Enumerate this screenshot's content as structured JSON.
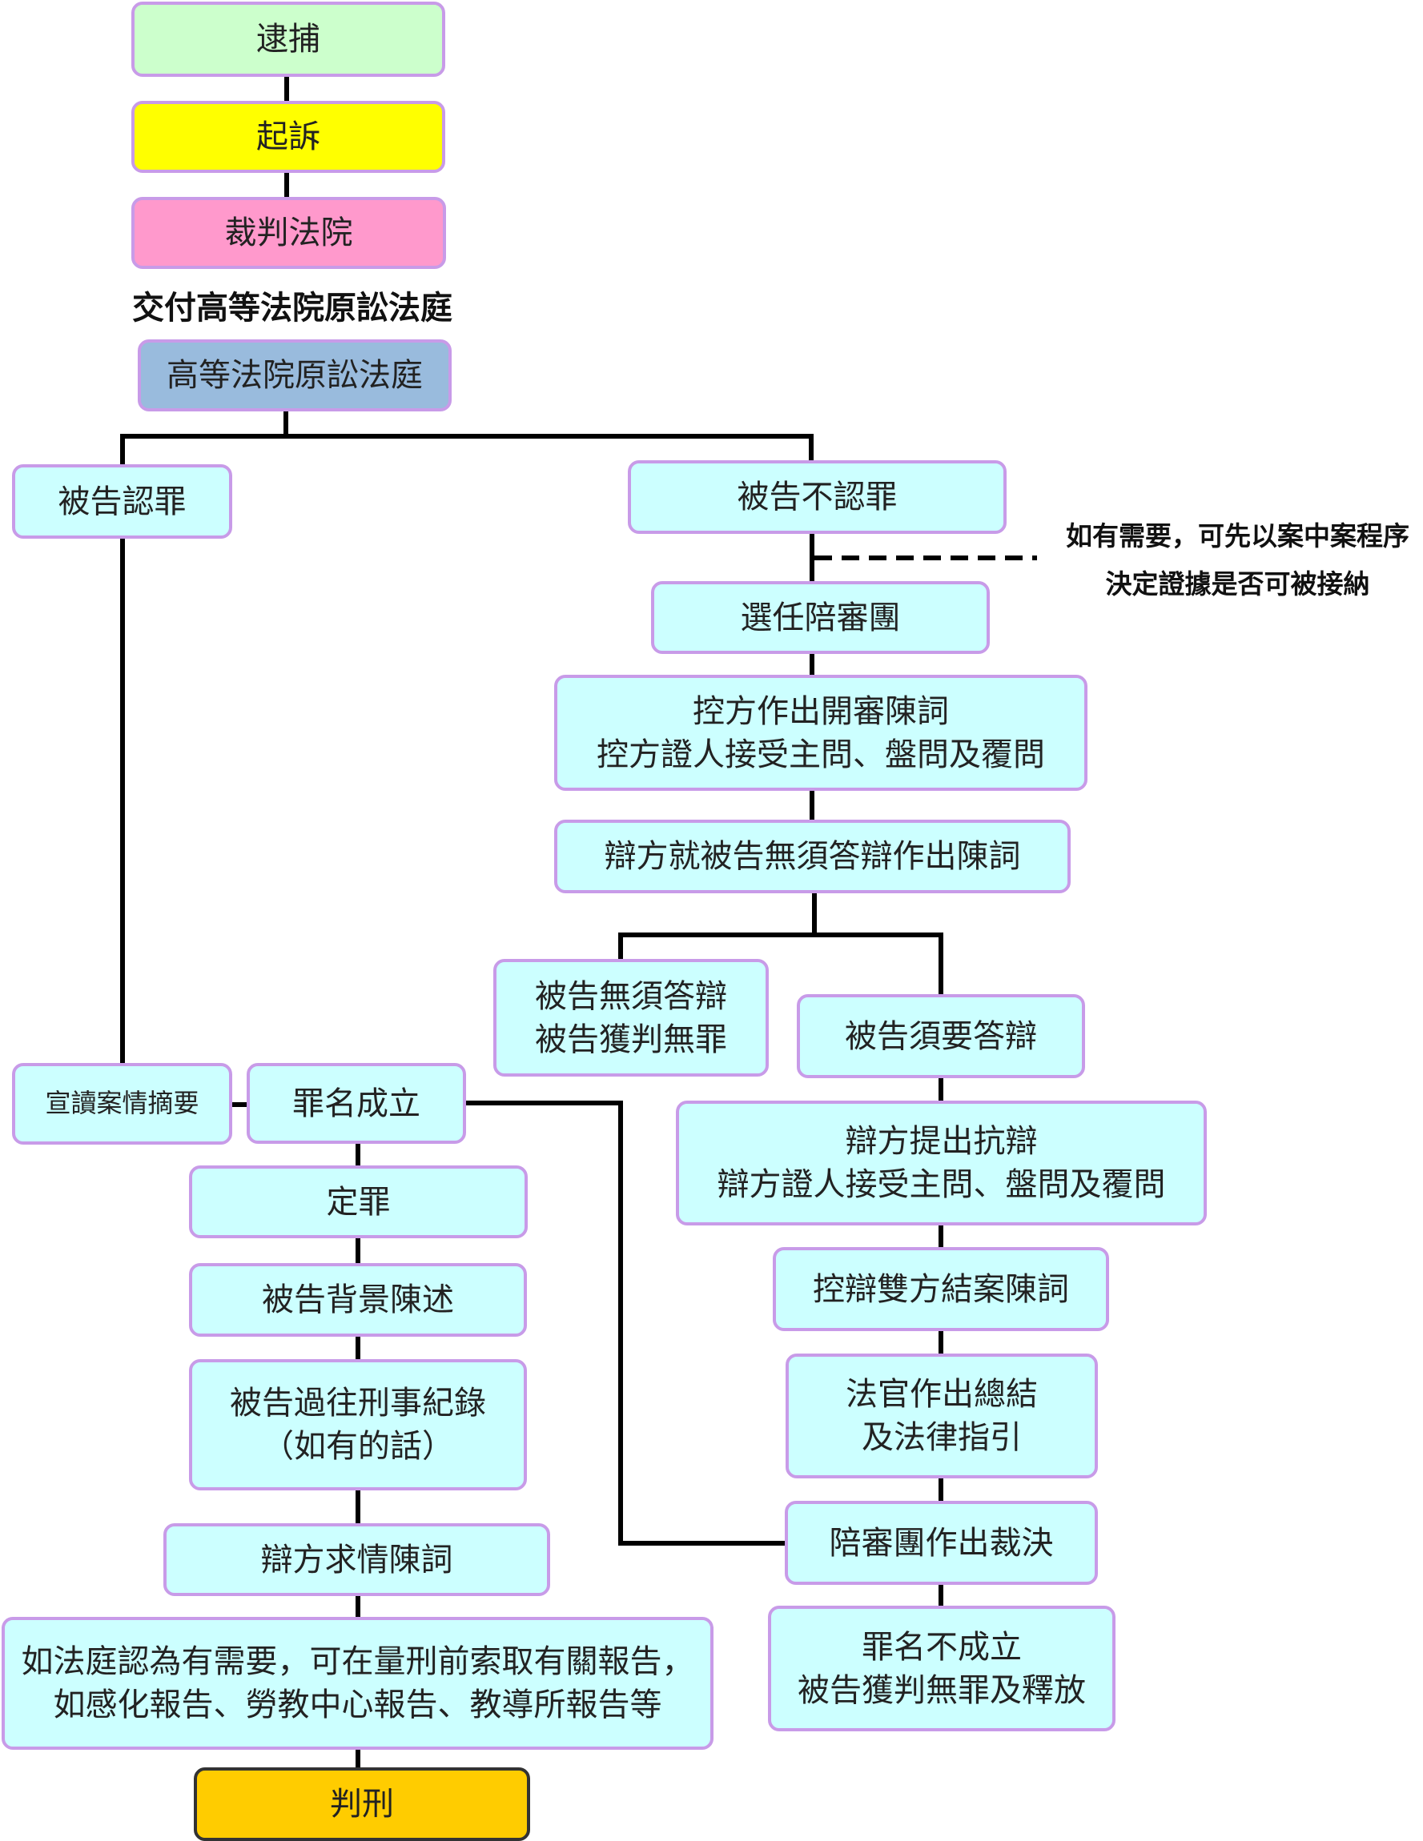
{
  "colors": {
    "node_default": "#ccffff",
    "node_border": "#c89be8",
    "arrest": "#ccffcc",
    "charge": "#ffff00",
    "magistrate": "#ff99cc",
    "high_court": "#99bbdd",
    "sentence": "#ffcc00",
    "line": "#000000"
  },
  "nodes": {
    "arrest": "逮捕",
    "charge": "起訴",
    "magistrate": "裁判法院",
    "high_court": "高等法院原訟法庭",
    "plead_guilty": "被告認罪",
    "plead_not_guilty": "被告不認罪",
    "jury_selection": "選任陪審團",
    "prosecution_case": [
      "控方作出開審陳詞",
      "控方證人接受主問、盤問及覆問"
    ],
    "no_case_submission": "辯方就被告無須答辯作出陳詞",
    "no_case_acquitted": [
      "被告無須答辯",
      "被告獲判無罪"
    ],
    "case_to_answer": "被告須要答辯",
    "defence_case": [
      "辯方提出抗辯",
      "辯方證人接受主問、盤問及覆問"
    ],
    "closing_speeches": "控辯雙方結案陳詞",
    "judge_summing_up": [
      "法官作出總結",
      "及法律指引"
    ],
    "jury_verdict": "陪審團作出裁決",
    "not_guilty": [
      "罪名不成立",
      "被告獲判無罪及釋放"
    ],
    "summary_of_facts": "宣讀案情摘要",
    "guilty": "罪名成立",
    "conviction": "定罪",
    "background": "被告背景陳述",
    "criminal_record": [
      "被告過往刑事紀錄",
      "（如有的話）"
    ],
    "mitigation": "辯方求情陳詞",
    "reports": [
      "如法庭認為有需要，可在量刑前索取有關報告，",
      "如感化報告、勞教中心報告、教導所報告等"
    ],
    "sentence": "判刑"
  },
  "labels": {
    "committal": "交付高等法院原訟法庭",
    "voir_dire": [
      "如有需要，可先以案中案程序",
      "決定證據是否可被接納"
    ]
  }
}
